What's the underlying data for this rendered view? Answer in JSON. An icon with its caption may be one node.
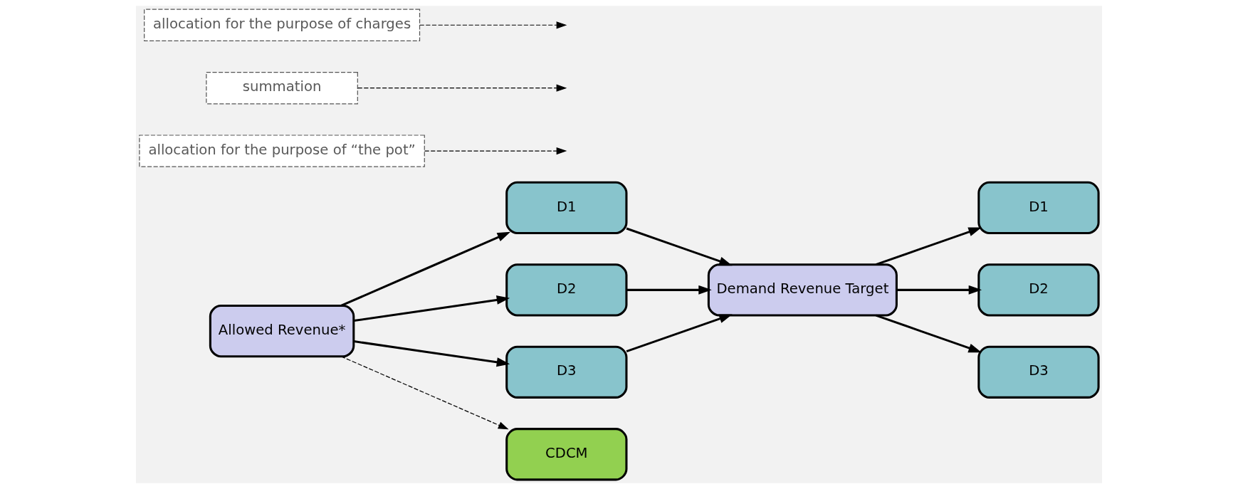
{
  "diagram": {
    "nodes": [
      {
        "text": [
          "Allowed Revenue*"
        ]
      },
      {
        "text": [
          "D1"
        ]
      },
      {
        "text": [
          "D2"
        ]
      },
      {
        "text": [
          "D3"
        ]
      },
      {
        "text": [
          "CDCM"
        ]
      },
      {
        "text": [
          "Demand Revenue Target"
        ]
      },
      {
        "text": [
          "D1"
        ]
      },
      {
        "text": [
          "D2"
        ]
      },
      {
        "text": [
          "D3"
        ]
      },
      {
        "text": [
          "allocation for the purpose of “the pot”"
        ]
      },
      {
        "text": [
          "summation"
        ]
      },
      {
        "text": [
          "allocation for the purpose of charges"
        ]
      }
    ],
    "edges": [
      {
        "from": 0,
        "to": 1,
        "arrow": "to"
      },
      {
        "from": 0,
        "to": 2,
        "arrow": "to"
      },
      {
        "from": 0,
        "to": 3,
        "arrow": "to"
      },
      {
        "from": 0,
        "to": 4,
        "arrow": "to",
        "style": "dashed"
      },
      {
        "from": 1,
        "to": 5,
        "arrow": "to"
      },
      {
        "from": 2,
        "to": 5,
        "arrow": "to"
      },
      {
        "from": 3,
        "to": 5,
        "arrow": "to"
      },
      {
        "from": 5,
        "to": 6,
        "arrow": "to"
      },
      {
        "from": 5,
        "to": 7,
        "arrow": "to"
      },
      {
        "from": 5,
        "to": 8,
        "arrow": "to"
      },
      {
        "from": 9,
        "to": null,
        "arrow": "to",
        "style": "dashed"
      },
      {
        "from": 10,
        "to": null,
        "arrow": "to",
        "style": "dashed"
      },
      {
        "from": 11,
        "to": null,
        "arrow": "to",
        "style": "dashed"
      }
    ]
  }
}
